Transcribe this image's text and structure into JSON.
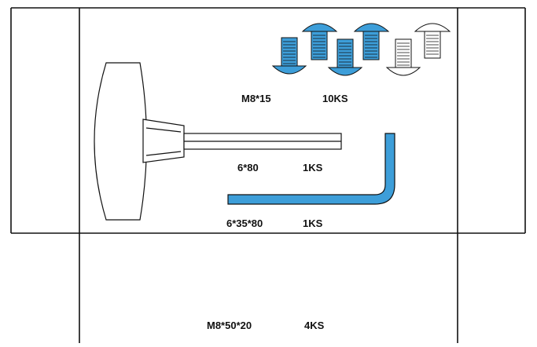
{
  "colors": {
    "accent": "#3d9ed9",
    "line": "#111111",
    "paper": "#ffffff"
  },
  "parts": [
    {
      "spec": "M8*15",
      "qty": "10KS",
      "icon": "button-head-screws-icon"
    },
    {
      "spec": "6*80",
      "qty": "1KS",
      "icon": "t-handle-hex-key-icon"
    },
    {
      "spec": "6*35*80",
      "qty": "1KS",
      "icon": "l-hex-key-icon"
    },
    {
      "spec": "M8*50*20",
      "qty": "4KS",
      "icon": ""
    }
  ]
}
